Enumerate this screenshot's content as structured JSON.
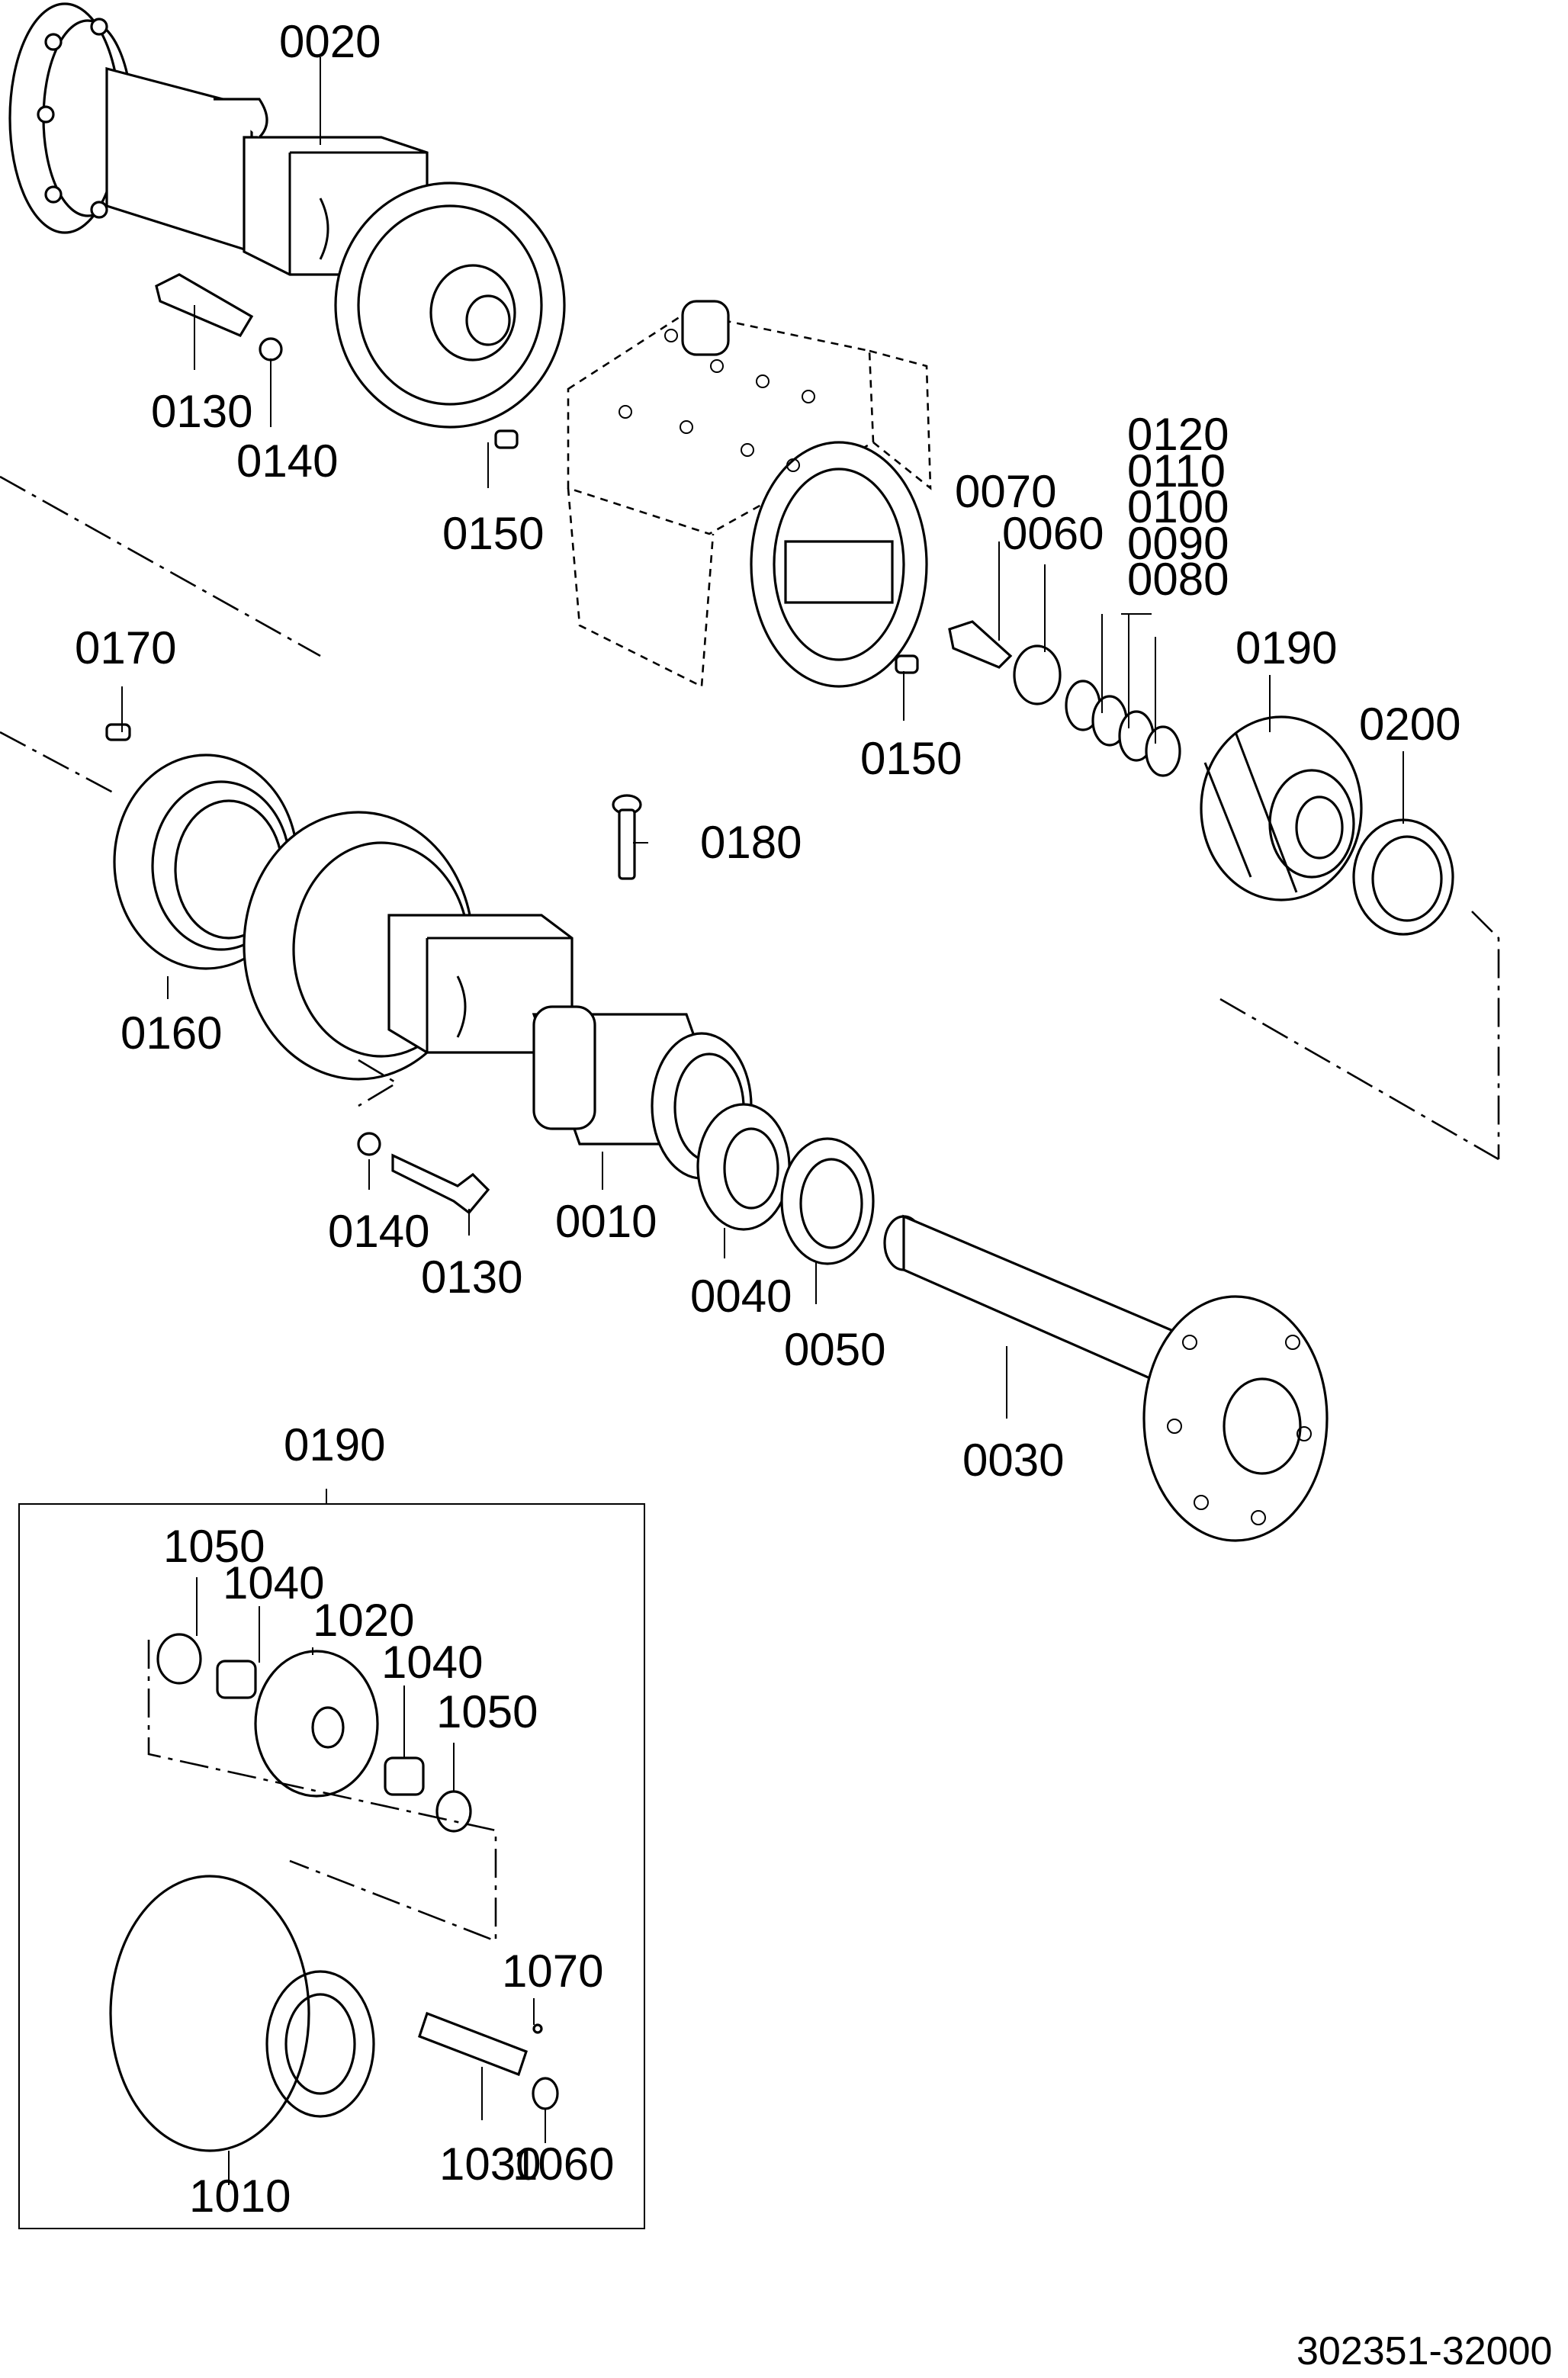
{
  "diagram": {
    "document_number": "302351-32000",
    "inset_title": "0190",
    "callouts": {
      "c0020": "0020",
      "c0130a": "0130",
      "c0140a": "0140",
      "c0150a": "0150",
      "c0150b": "0150",
      "c0070": "0070",
      "c0060": "0060",
      "c0120": "0120",
      "c0110": "0110",
      "c0100": "0100",
      "c0090": "0090",
      "c0080": "0080",
      "c0190": "0190",
      "c0200": "0200",
      "c0170": "0170",
      "c0180": "0180",
      "c0160": "0160",
      "c0140b": "0140",
      "c0130b": "0130",
      "c0010": "0010",
      "c0040": "0040",
      "c0050": "0050",
      "c0030": "0030",
      "c1050a": "1050",
      "c1040a": "1040",
      "c1020": "1020",
      "c1040b": "1040",
      "c1050b": "1050",
      "c1070": "1070",
      "c1030": "1030",
      "c1060": "1060",
      "c1010": "1010"
    }
  }
}
